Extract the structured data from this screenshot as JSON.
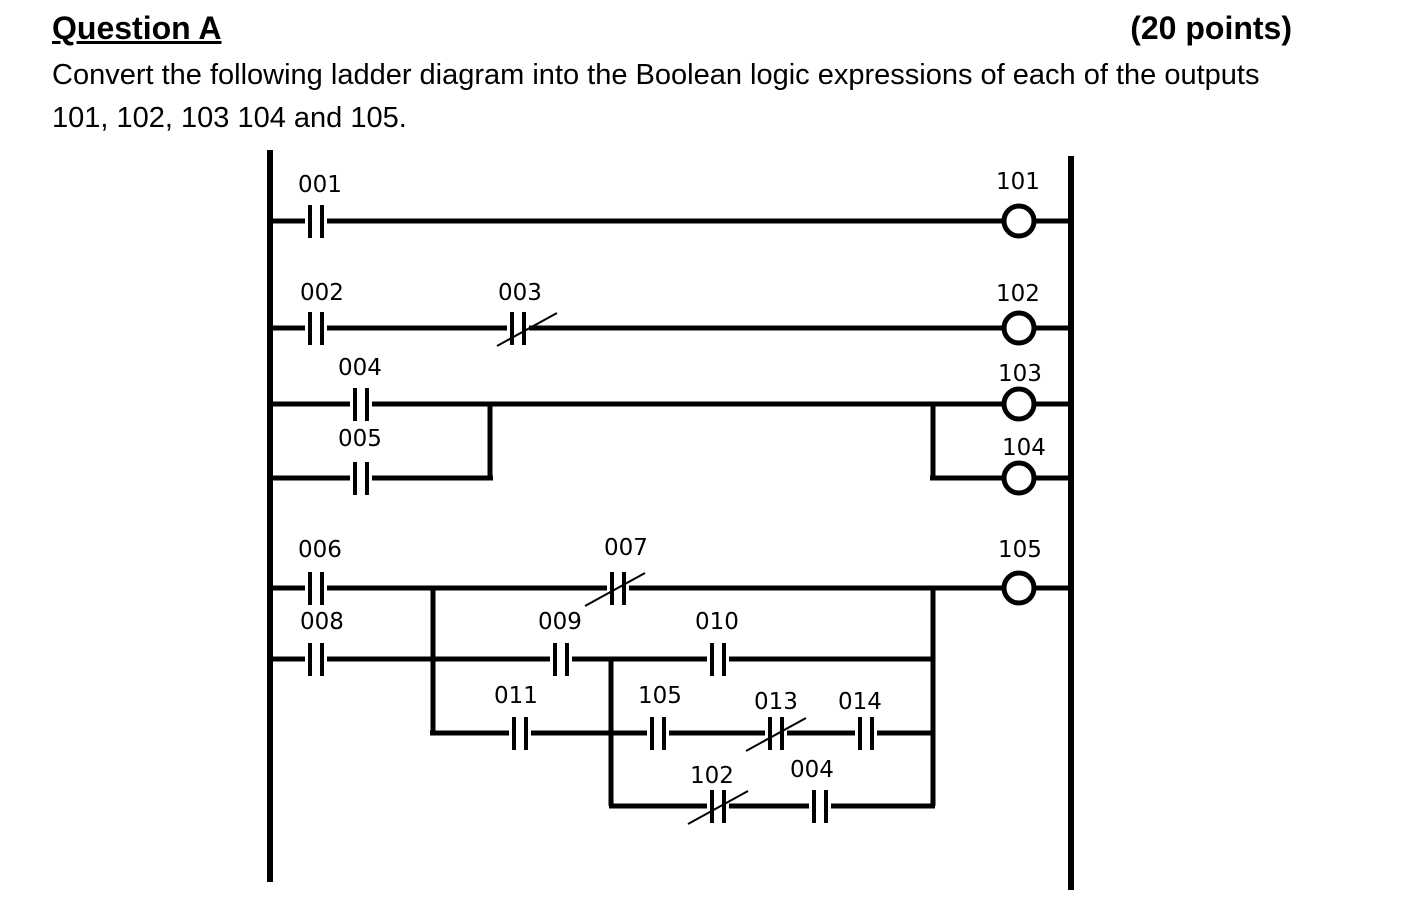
{
  "question": {
    "title": "Question A",
    "points": "(20 points)",
    "text": "Convert the following ladder diagram into the Boolean logic expressions of each of the outputs 101, 102, 103 104 and 105."
  },
  "ladder": {
    "contacts": [
      {
        "id": "c001",
        "label": "001",
        "type": "NO"
      },
      {
        "id": "c002",
        "label": "002",
        "type": "NO"
      },
      {
        "id": "c003",
        "label": "003",
        "type": "NC"
      },
      {
        "id": "c004a",
        "label": "004",
        "type": "NO"
      },
      {
        "id": "c005",
        "label": "005",
        "type": "NO"
      },
      {
        "id": "c006",
        "label": "006",
        "type": "NO"
      },
      {
        "id": "c007",
        "label": "007",
        "type": "NC"
      },
      {
        "id": "c008",
        "label": "008",
        "type": "NO"
      },
      {
        "id": "c009",
        "label": "009",
        "type": "NO"
      },
      {
        "id": "c010",
        "label": "010",
        "type": "NO"
      },
      {
        "id": "c011",
        "label": "011",
        "type": "NO"
      },
      {
        "id": "c105",
        "label": "105",
        "type": "NO"
      },
      {
        "id": "c013",
        "label": "013",
        "type": "NC"
      },
      {
        "id": "c014",
        "label": "014",
        "type": "NO"
      },
      {
        "id": "c102",
        "label": "102",
        "type": "NC"
      },
      {
        "id": "c004b",
        "label": "004",
        "type": "NO"
      }
    ],
    "coils": [
      {
        "id": "o101",
        "label": "101"
      },
      {
        "id": "o102",
        "label": "102"
      },
      {
        "id": "o103",
        "label": "103"
      },
      {
        "id": "o104",
        "label": "104"
      },
      {
        "id": "o105",
        "label": "105"
      }
    ]
  }
}
